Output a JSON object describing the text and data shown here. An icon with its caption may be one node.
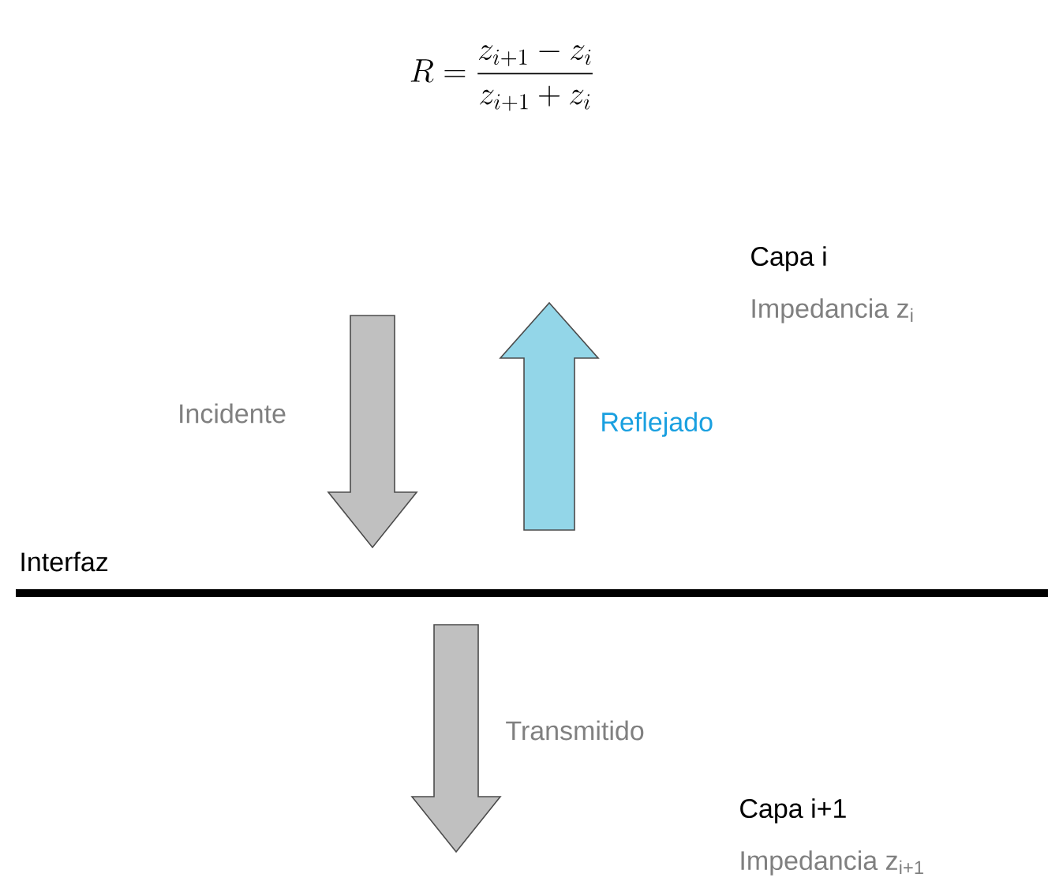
{
  "diagram": {
    "labels": [
      "R = \\frac{z_{i+1} - z_i}{z_{i+1} + z_i}",
      "Capa i",
      "Impedancia z$_{i}$",
      "Incidente",
      "Reflejado",
      "Interfaz",
      "Transmitido",
      "Capa i+1",
      "Impedancia z$_{i+1}$"
    ]
  }
}
